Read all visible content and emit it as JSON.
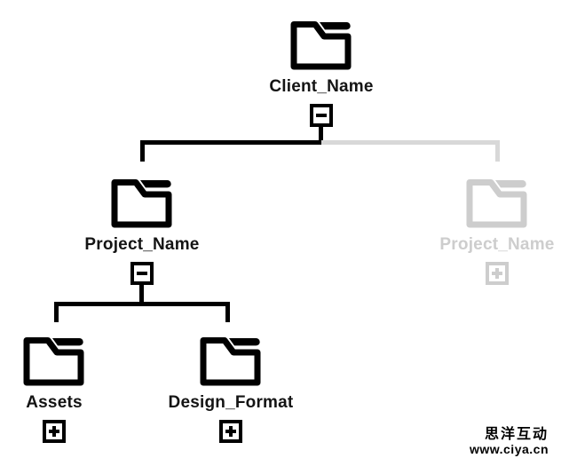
{
  "diagram": {
    "type": "folder-structure-tree",
    "colors": {
      "active": "#000000",
      "inactive_node": "#cdcdcd",
      "inactive_line": "#d8d8d8",
      "label_text": "#141414"
    },
    "nodes": {
      "client": {
        "label": "Client_Name",
        "toggle": "collapse",
        "state": "active"
      },
      "project_active": {
        "label": "Project_Name",
        "toggle": "collapse",
        "state": "active"
      },
      "project_inactive": {
        "label": "Project_Name",
        "toggle": "expand",
        "state": "inactive"
      },
      "assets": {
        "label": "Assets",
        "toggle": "expand",
        "state": "active"
      },
      "design_format": {
        "label": "Design_Format",
        "toggle": "expand",
        "state": "active"
      }
    },
    "watermark": {
      "line1": "思洋互动",
      "line2": "www.ciya.cn"
    }
  }
}
